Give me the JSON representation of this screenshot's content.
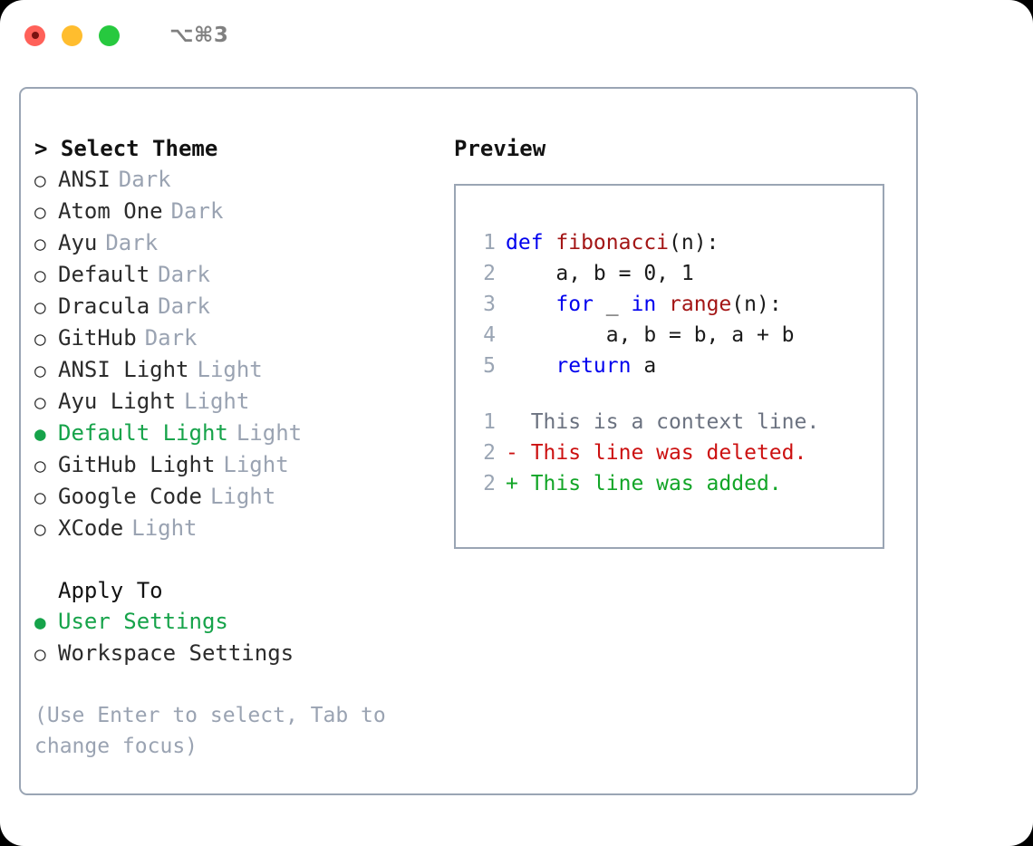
{
  "titlebar": {
    "lights": [
      {
        "name": "close",
        "color": "#ff6159"
      },
      {
        "name": "minimize",
        "color": "#ffbd2e"
      },
      {
        "name": "maximize",
        "color": "#27c93f"
      }
    ],
    "shortcut": "⌥⌘3"
  },
  "theme_picker": {
    "header": "> Select Theme",
    "items": [
      {
        "bullet": "○",
        "label": "ANSI",
        "tag": "Dark",
        "selected": false
      },
      {
        "bullet": "○",
        "label": "Atom One",
        "tag": "Dark",
        "selected": false
      },
      {
        "bullet": "○",
        "label": "Ayu",
        "tag": "Dark",
        "selected": false
      },
      {
        "bullet": "○",
        "label": "Default",
        "tag": "Dark",
        "selected": false
      },
      {
        "bullet": "○",
        "label": "Dracula",
        "tag": "Dark",
        "selected": false
      },
      {
        "bullet": "○",
        "label": "GitHub",
        "tag": "Dark",
        "selected": false
      },
      {
        "bullet": "○",
        "label": "ANSI Light",
        "tag": "Light",
        "selected": false
      },
      {
        "bullet": "○",
        "label": "Ayu Light",
        "tag": "Light",
        "selected": false
      },
      {
        "bullet": "●",
        "label": "Default Light",
        "tag": "Light",
        "selected": true
      },
      {
        "bullet": "○",
        "label": "GitHub Light",
        "tag": "Light",
        "selected": false
      },
      {
        "bullet": "○",
        "label": "Google Code",
        "tag": "Light",
        "selected": false
      },
      {
        "bullet": "○",
        "label": "XCode",
        "tag": "Light",
        "selected": false
      }
    ]
  },
  "apply_to": {
    "header": "Apply To",
    "items": [
      {
        "bullet": "●",
        "label": "User Settings",
        "selected": true
      },
      {
        "bullet": "○",
        "label": "Workspace Settings",
        "selected": false
      }
    ]
  },
  "hint": "(Use Enter to select, Tab to change focus)",
  "preview": {
    "title": "Preview",
    "code_lines": [
      {
        "lineno": "1",
        "spans": [
          {
            "text": "def ",
            "style": "kw"
          },
          {
            "text": "fibonacci",
            "style": "fn"
          },
          {
            "text": "(n):",
            "style": "plain"
          }
        ]
      },
      {
        "lineno": "2",
        "spans": [
          {
            "text": "    a, b = 0, 1",
            "style": "plain"
          }
        ]
      },
      {
        "lineno": "3",
        "spans": [
          {
            "text": "    ",
            "style": "plain"
          },
          {
            "text": "for",
            "style": "kw"
          },
          {
            "text": " _ ",
            "style": "plain"
          },
          {
            "text": "in",
            "style": "kw"
          },
          {
            "text": " ",
            "style": "plain"
          },
          {
            "text": "range",
            "style": "fn"
          },
          {
            "text": "(n):",
            "style": "plain"
          }
        ]
      },
      {
        "lineno": "4",
        "spans": [
          {
            "text": "        a, b = b, a + b",
            "style": "plain"
          }
        ]
      },
      {
        "lineno": "5",
        "spans": [
          {
            "text": "    ",
            "style": "plain"
          },
          {
            "text": "return",
            "style": "kw"
          },
          {
            "text": " a",
            "style": "plain"
          }
        ]
      }
    ],
    "diff_lines": [
      {
        "lineno": "1",
        "spans": [
          {
            "text": "  This is a context line.",
            "style": "ctx"
          }
        ]
      },
      {
        "lineno": "2",
        "spans": [
          {
            "text": "- This line was deleted.",
            "style": "del"
          }
        ]
      },
      {
        "lineno": "2",
        "spans": [
          {
            "text": "+ This line was added.",
            "style": "add"
          }
        ]
      }
    ]
  },
  "colors": {
    "accent_green": "#16a34a",
    "border": "#9aa5b4",
    "muted_text": "#9aa3b2",
    "keyword_blue": "#0000ee",
    "function_red": "#a31515",
    "diff_added": "#12a527",
    "diff_removed": "#cc1111"
  }
}
